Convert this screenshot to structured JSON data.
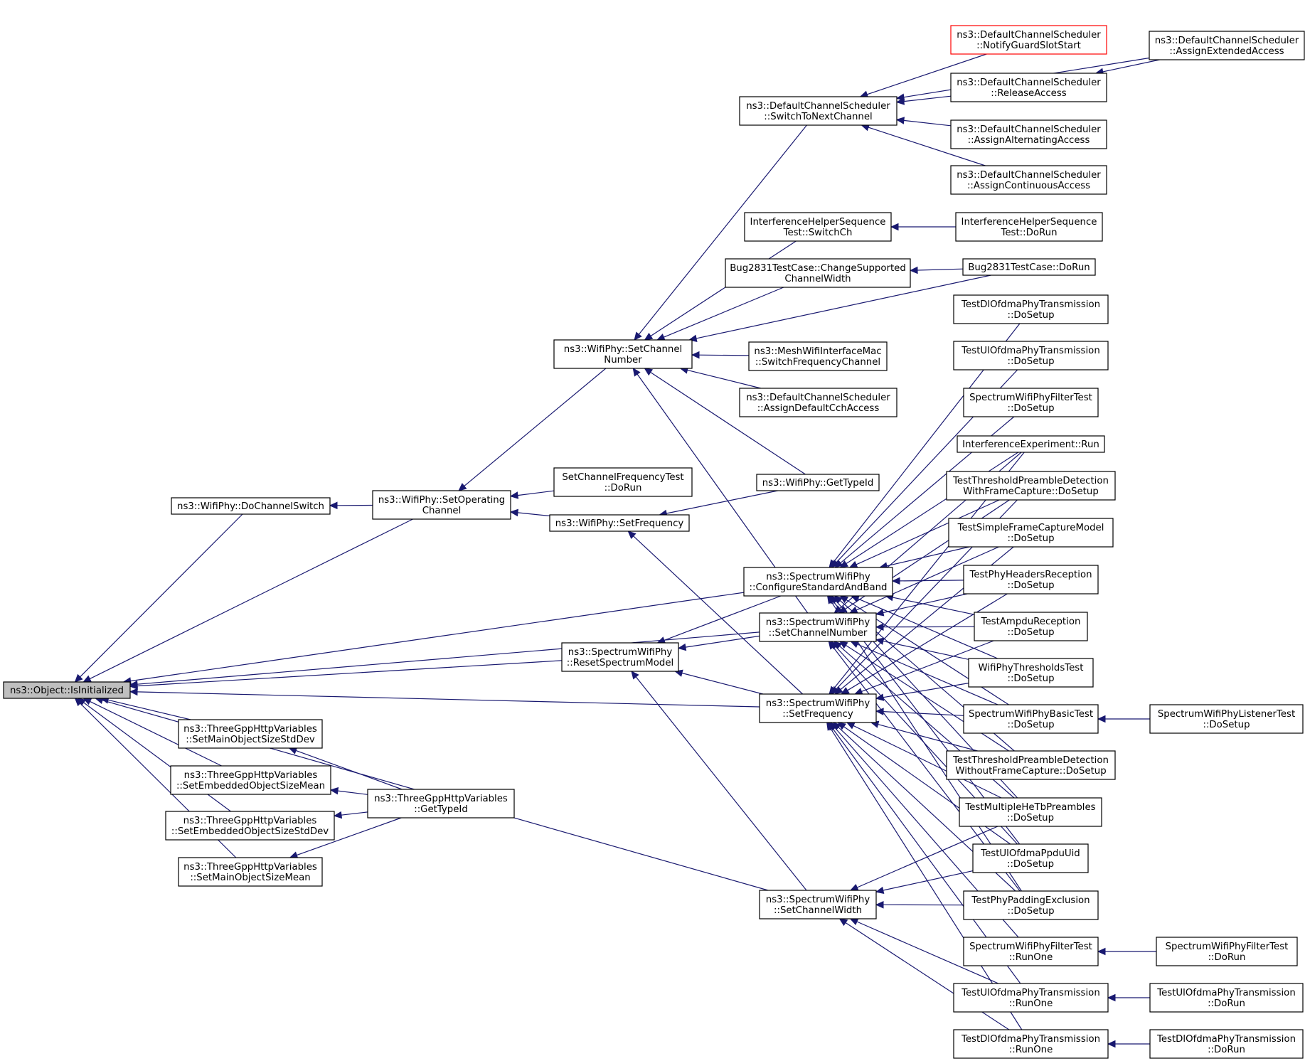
{
  "colors": {
    "edge": "#191970",
    "node_border": "#000000",
    "root_fill": "#bfbfbf",
    "undocumented_border": "#ff0000"
  },
  "nodes": [
    {
      "id": "n0",
      "lines": [
        "ns3::Object::IsInitialized"
      ],
      "style": "root"
    },
    {
      "id": "n1",
      "lines": [
        "ns3::WifiPhy::DoChannelSwitch"
      ]
    },
    {
      "id": "n2",
      "lines": [
        "ns3::WifiPhy::SetOperating",
        "Channel"
      ]
    },
    {
      "id": "n3",
      "lines": [
        "ns3::WifiPhy::SetChannel",
        "Number"
      ]
    },
    {
      "id": "n4",
      "lines": [
        "ns3::DefaultChannelScheduler",
        "::SwitchToNextChannel"
      ]
    },
    {
      "id": "n5",
      "lines": [
        "ns3::DefaultChannelScheduler",
        "::NotifyGuardSlotStart"
      ],
      "style": "red"
    },
    {
      "id": "n6",
      "lines": [
        "ns3::DefaultChannelScheduler",
        "::AssignExtendedAccess"
      ]
    },
    {
      "id": "n7",
      "lines": [
        "ns3::DefaultChannelScheduler",
        "::ReleaseAccess"
      ]
    },
    {
      "id": "n8",
      "lines": [
        "ns3::DefaultChannelScheduler",
        "::AssignAlternatingAccess"
      ]
    },
    {
      "id": "n9",
      "lines": [
        "ns3::DefaultChannelScheduler",
        "::AssignContinuousAccess"
      ]
    },
    {
      "id": "n10",
      "lines": [
        "InterferenceHelperSequence",
        "Test::SwitchCh"
      ]
    },
    {
      "id": "n11",
      "lines": [
        "InterferenceHelperSequence",
        "Test::DoRun"
      ]
    },
    {
      "id": "n12",
      "lines": [
        "Bug2831TestCase::ChangeSupported",
        "ChannelWidth"
      ]
    },
    {
      "id": "n13",
      "lines": [
        "Bug2831TestCase::DoRun"
      ]
    },
    {
      "id": "n14",
      "lines": [
        "ns3::MeshWifiInterfaceMac",
        "::SwitchFrequencyChannel"
      ]
    },
    {
      "id": "n15",
      "lines": [
        "ns3::DefaultChannelScheduler",
        "::AssignDefaultCchAccess"
      ]
    },
    {
      "id": "n16",
      "lines": [
        "SetChannelFrequencyTest",
        "::DoRun"
      ]
    },
    {
      "id": "n17",
      "lines": [
        "ns3::WifiPhy::SetFrequency"
      ]
    },
    {
      "id": "n18",
      "lines": [
        "ns3::WifiPhy::GetTypeId"
      ]
    },
    {
      "id": "n19",
      "lines": [
        "ns3::SpectrumWifiPhy",
        "::ConfigureStandardAndBand"
      ]
    },
    {
      "id": "n20",
      "lines": [
        "ns3::SpectrumWifiPhy",
        "::SetChannelNumber"
      ]
    },
    {
      "id": "n21",
      "lines": [
        "ns3::SpectrumWifiPhy",
        "::ResetSpectrumModel"
      ]
    },
    {
      "id": "n22",
      "lines": [
        "ns3::SpectrumWifiPhy",
        "::SetFrequency"
      ]
    },
    {
      "id": "n23",
      "lines": [
        "ns3::SpectrumWifiPhy",
        "::SetChannelWidth"
      ]
    },
    {
      "id": "n24",
      "lines": [
        "ns3::ThreeGppHttpVariables",
        "::SetMainObjectSizeStdDev"
      ]
    },
    {
      "id": "n25",
      "lines": [
        "ns3::ThreeGppHttpVariables",
        "::SetEmbeddedObjectSizeMean"
      ]
    },
    {
      "id": "n26",
      "lines": [
        "ns3::ThreeGppHttpVariables",
        "::SetEmbeddedObjectSizeStdDev"
      ]
    },
    {
      "id": "n27",
      "lines": [
        "ns3::ThreeGppHttpVariables",
        "::SetMainObjectSizeMean"
      ]
    },
    {
      "id": "n28",
      "lines": [
        "ns3::ThreeGppHttpVariables",
        "::GetTypeId"
      ]
    },
    {
      "id": "n29",
      "lines": [
        "TestDlOfdmaPhyTransmission",
        "::DoSetup"
      ]
    },
    {
      "id": "n30",
      "lines": [
        "TestUlOfdmaPhyTransmission",
        "::DoSetup"
      ]
    },
    {
      "id": "n31",
      "lines": [
        "SpectrumWifiPhyFilterTest",
        "::DoSetup"
      ]
    },
    {
      "id": "n32",
      "lines": [
        "InterferenceExperiment::Run"
      ]
    },
    {
      "id": "n33",
      "lines": [
        "TestThresholdPreambleDetection",
        "WithFrameCapture::DoSetup"
      ]
    },
    {
      "id": "n34",
      "lines": [
        "TestSimpleFrameCaptureModel",
        "::DoSetup"
      ]
    },
    {
      "id": "n35",
      "lines": [
        "TestPhyHeadersReception",
        "::DoSetup"
      ]
    },
    {
      "id": "n36",
      "lines": [
        "TestAmpduReception",
        "::DoSetup"
      ]
    },
    {
      "id": "n37",
      "lines": [
        "WifiPhyThresholdsTest",
        "::DoSetup"
      ]
    },
    {
      "id": "n38",
      "lines": [
        "SpectrumWifiPhyBasicTest",
        "::DoSetup"
      ]
    },
    {
      "id": "n39",
      "lines": [
        "SpectrumWifiPhyListenerTest",
        "::DoSetup"
      ]
    },
    {
      "id": "n40",
      "lines": [
        "TestThresholdPreambleDetection",
        "WithoutFrameCapture::DoSetup"
      ]
    },
    {
      "id": "n41",
      "lines": [
        "TestMultipleHeTbPreambles",
        "::DoSetup"
      ]
    },
    {
      "id": "n42",
      "lines": [
        "TestUlOfdmaPpduUid",
        "::DoSetup"
      ]
    },
    {
      "id": "n43",
      "lines": [
        "TestPhyPaddingExclusion",
        "::DoSetup"
      ]
    },
    {
      "id": "n44",
      "lines": [
        "SpectrumWifiPhyFilterTest",
        "::RunOne"
      ]
    },
    {
      "id": "n45",
      "lines": [
        "SpectrumWifiPhyFilterTest",
        "::DoRun"
      ]
    },
    {
      "id": "n46",
      "lines": [
        "TestUlOfdmaPhyTransmission",
        "::RunOne"
      ]
    },
    {
      "id": "n47",
      "lines": [
        "TestUlOfdmaPhyTransmission",
        "::DoRun"
      ]
    },
    {
      "id": "n48",
      "lines": [
        "TestDlOfdmaPhyTransmission",
        "::RunOne"
      ]
    },
    {
      "id": "n49",
      "lines": [
        "TestDlOfdmaPhyTransmission",
        "::DoRun"
      ]
    }
  ],
  "edges": [
    [
      "n1",
      "n0"
    ],
    [
      "n2",
      "n0"
    ],
    [
      "n19",
      "n0"
    ],
    [
      "n20",
      "n0"
    ],
    [
      "n21",
      "n0"
    ],
    [
      "n22",
      "n0"
    ],
    [
      "n23",
      "n0"
    ],
    [
      "n24",
      "n0"
    ],
    [
      "n25",
      "n0"
    ],
    [
      "n26",
      "n0"
    ],
    [
      "n27",
      "n0"
    ],
    [
      "n2",
      "n1"
    ],
    [
      "n3",
      "n2"
    ],
    [
      "n16",
      "n2"
    ],
    [
      "n17",
      "n2"
    ],
    [
      "n4",
      "n3"
    ],
    [
      "n10",
      "n3"
    ],
    [
      "n12",
      "n3"
    ],
    [
      "n13",
      "n3"
    ],
    [
      "n14",
      "n3"
    ],
    [
      "n15",
      "n3"
    ],
    [
      "n18",
      "n3"
    ],
    [
      "n20",
      "n3"
    ],
    [
      "n5",
      "n4"
    ],
    [
      "n6",
      "n4"
    ],
    [
      "n7",
      "n4"
    ],
    [
      "n8",
      "n4"
    ],
    [
      "n9",
      "n4"
    ],
    [
      "n6",
      "n7"
    ],
    [
      "n11",
      "n10"
    ],
    [
      "n13",
      "n12"
    ],
    [
      "n18",
      "n17"
    ],
    [
      "n22",
      "n17"
    ],
    [
      "n19",
      "n21"
    ],
    [
      "n20",
      "n21"
    ],
    [
      "n22",
      "n21"
    ],
    [
      "n23",
      "n21"
    ],
    [
      "n28",
      "n24"
    ],
    [
      "n28",
      "n25"
    ],
    [
      "n28",
      "n26"
    ],
    [
      "n28",
      "n27"
    ],
    [
      "n29",
      "n19"
    ],
    [
      "n30",
      "n19"
    ],
    [
      "n31",
      "n19"
    ],
    [
      "n32",
      "n19"
    ],
    [
      "n33",
      "n19"
    ],
    [
      "n34",
      "n19"
    ],
    [
      "n35",
      "n19"
    ],
    [
      "n36",
      "n19"
    ],
    [
      "n37",
      "n19"
    ],
    [
      "n38",
      "n19"
    ],
    [
      "n40",
      "n19"
    ],
    [
      "n41",
      "n19"
    ],
    [
      "n42",
      "n19"
    ],
    [
      "n43",
      "n19"
    ],
    [
      "n32",
      "n20"
    ],
    [
      "n33",
      "n20"
    ],
    [
      "n34",
      "n20"
    ],
    [
      "n35",
      "n20"
    ],
    [
      "n36",
      "n20"
    ],
    [
      "n37",
      "n20"
    ],
    [
      "n38",
      "n20"
    ],
    [
      "n40",
      "n20"
    ],
    [
      "n41",
      "n20"
    ],
    [
      "n42",
      "n20"
    ],
    [
      "n43",
      "n20"
    ],
    [
      "n32",
      "n22"
    ],
    [
      "n33",
      "n22"
    ],
    [
      "n34",
      "n22"
    ],
    [
      "n35",
      "n22"
    ],
    [
      "n36",
      "n22"
    ],
    [
      "n37",
      "n22"
    ],
    [
      "n38",
      "n22"
    ],
    [
      "n40",
      "n22"
    ],
    [
      "n41",
      "n22"
    ],
    [
      "n42",
      "n22"
    ],
    [
      "n43",
      "n22"
    ],
    [
      "n44",
      "n22"
    ],
    [
      "n46",
      "n22"
    ],
    [
      "n48",
      "n22"
    ],
    [
      "n41",
      "n23"
    ],
    [
      "n42",
      "n23"
    ],
    [
      "n43",
      "n23"
    ],
    [
      "n46",
      "n23"
    ],
    [
      "n48",
      "n23"
    ],
    [
      "n39",
      "n38"
    ],
    [
      "n45",
      "n44"
    ],
    [
      "n47",
      "n46"
    ],
    [
      "n49",
      "n48"
    ]
  ]
}
